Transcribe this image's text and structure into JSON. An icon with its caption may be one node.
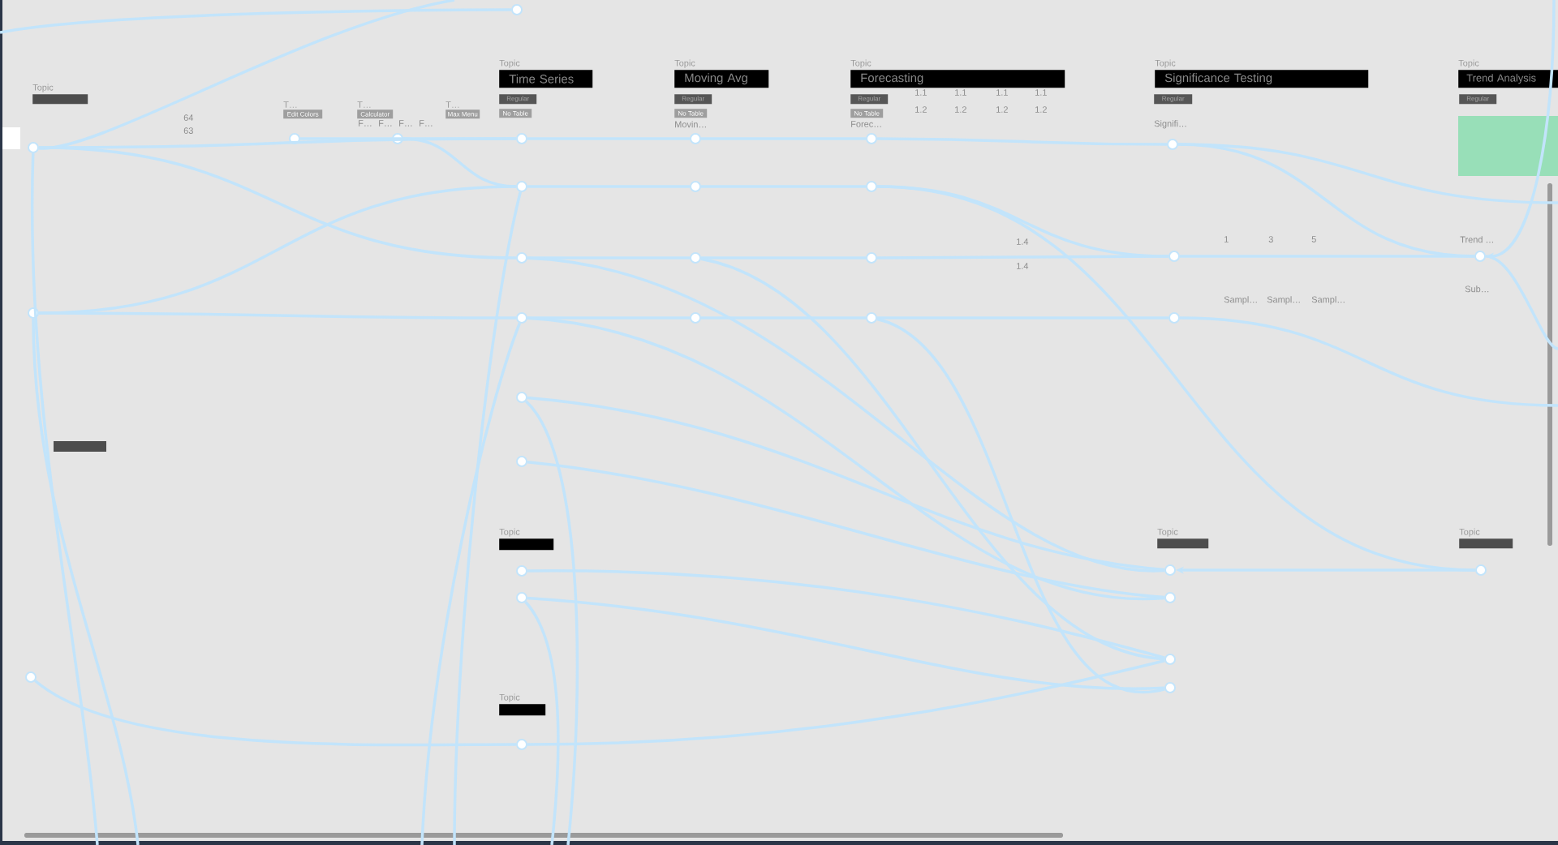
{
  "diagram": {
    "nodes": [
      {
        "text": [
          "Topic"
        ]
      },
      {
        "text": [
          "Topic",
          "Time Series"
        ]
      },
      {
        "text": [
          "Topic",
          "Moving Avg"
        ]
      },
      {
        "text": [
          "Topic",
          "Forecasting"
        ]
      },
      {
        "text": [
          "Topic",
          "Significance Testing"
        ]
      },
      {
        "text": [
          "Topic",
          "Trend Analysis"
        ]
      },
      {
        "text": [
          "Topic"
        ]
      },
      {
        "text": [
          "Topic"
        ]
      },
      {
        "text": [
          "Topic"
        ]
      },
      {
        "text": [
          "Topic"
        ]
      },
      {
        "text": [],
        "shape": "bar"
      },
      {
        "text": [
          "Regular"
        ]
      },
      {
        "text": [
          "Regular"
        ]
      },
      {
        "text": [
          "Regular"
        ]
      },
      {
        "text": [
          "Regular"
        ]
      },
      {
        "text": [
          "Regular"
        ]
      },
      {
        "text": [
          "No Table"
        ]
      },
      {
        "text": [
          "No Table"
        ]
      },
      {
        "text": [
          "No Table"
        ]
      },
      {
        "text": [
          "T…",
          "Edit Colors"
        ]
      },
      {
        "text": [
          "T…",
          "Calculator"
        ]
      },
      {
        "text": [
          "T…",
          "Max Menu"
        ]
      },
      {
        "text": [],
        "shape": "circle"
      },
      {
        "text": [],
        "shape": "circle"
      },
      {
        "text": [],
        "shape": "circle"
      },
      {
        "text": [],
        "shape": "circle"
      },
      {
        "text": [],
        "shape": "circle"
      },
      {
        "text": [],
        "shape": "circle"
      },
      {
        "text": [],
        "shape": "circle"
      },
      {
        "text": [],
        "shape": "circle"
      },
      {
        "text": [],
        "shape": "circle"
      },
      {
        "text": [],
        "shape": "circle"
      },
      {
        "text": [],
        "shape": "circle"
      },
      {
        "text": [],
        "shape": "circle"
      },
      {
        "text": [],
        "shape": "circle"
      },
      {
        "text": [],
        "shape": "circle"
      },
      {
        "text": [],
        "shape": "circle"
      },
      {
        "text": [],
        "shape": "circle"
      },
      {
        "text": [],
        "shape": "circle"
      },
      {
        "text": [],
        "shape": "circle"
      },
      {
        "text": [],
        "shape": "circle"
      },
      {
        "text": [],
        "shape": "circle"
      },
      {
        "text": [],
        "shape": "circle"
      },
      {
        "text": [],
        "shape": "circle"
      },
      {
        "text": [],
        "shape": "circle"
      },
      {
        "text": [],
        "shape": "circle"
      },
      {
        "text": [],
        "shape": "circle"
      },
      {
        "text": [],
        "shape": "circle"
      },
      {
        "text": [],
        "shape": "circle"
      },
      {
        "text": [],
        "shape": "circle"
      },
      {
        "text": [],
        "shape": "circle"
      },
      {
        "text": [],
        "shape": "circle"
      },
      {
        "text": [],
        "shape": "circle"
      },
      {
        "text": [],
        "shape": "circle"
      }
    ],
    "edges": [
      {
        "from": null,
        "to": 51,
        "arrow": "none"
      },
      {
        "from": 22,
        "to": null,
        "arrow": "none"
      },
      {
        "from": 51,
        "to": 23,
        "arrow": "none"
      },
      {
        "from": 51,
        "to": 25,
        "arrow": "none"
      },
      {
        "from": 52,
        "to": 24,
        "arrow": "none"
      },
      {
        "from": 52,
        "to": 26,
        "arrow": "none"
      },
      {
        "from": 51,
        "to": null,
        "arrow": "none"
      },
      {
        "from": 52,
        "to": null,
        "arrow": "none"
      },
      {
        "from": 53,
        "to": 31,
        "arrow": "none"
      },
      {
        "from": 49,
        "to": 23,
        "arrow": "none"
      },
      {
        "from": 50,
        "to": 24,
        "arrow": "none"
      },
      {
        "from": 23,
        "to": 32,
        "arrow": "none"
      },
      {
        "from": 24,
        "to": 33,
        "arrow": "none"
      },
      {
        "from": 25,
        "to": 34,
        "arrow": "none"
      },
      {
        "from": 26,
        "to": 35,
        "arrow": "none"
      },
      {
        "from": 32,
        "to": 36,
        "arrow": "none"
      },
      {
        "from": 33,
        "to": 37,
        "arrow": "none"
      },
      {
        "from": 34,
        "to": 38,
        "arrow": "none"
      },
      {
        "from": 35,
        "to": 39,
        "arrow": "none"
      },
      {
        "from": 36,
        "to": 40,
        "arrow": "none"
      },
      {
        "from": 37,
        "to": 41,
        "arrow": "none"
      },
      {
        "from": 38,
        "to": 41,
        "arrow": "none"
      },
      {
        "from": 39,
        "to": 42,
        "arrow": "none"
      },
      {
        "from": 40,
        "to": 47,
        "arrow": "none"
      },
      {
        "from": 41,
        "to": 47,
        "arrow": "none"
      },
      {
        "from": 42,
        "to": null,
        "arrow": "none"
      },
      {
        "from": 27,
        "to": 43,
        "arrow": "none"
      },
      {
        "from": 28,
        "to": 44,
        "arrow": "none"
      },
      {
        "from": 29,
        "to": 45,
        "arrow": "none"
      },
      {
        "from": 30,
        "to": 46,
        "arrow": "none"
      },
      {
        "from": 31,
        "to": 45,
        "arrow": "none"
      },
      {
        "from": 48,
        "to": 43,
        "arrow": "to"
      },
      {
        "from": null,
        "to": 47,
        "arrow": "to"
      },
      {
        "from": 47,
        "to": null,
        "arrow": "none"
      },
      {
        "from": 40,
        "to": null,
        "arrow": "none"
      },
      {
        "from": 25,
        "to": 43,
        "arrow": "none"
      },
      {
        "from": 26,
        "to": 44,
        "arrow": "none"
      },
      {
        "from": 34,
        "to": 45,
        "arrow": "none"
      },
      {
        "from": 39,
        "to": 46,
        "arrow": "none"
      },
      {
        "from": 37,
        "to": 48,
        "arrow": "none"
      },
      {
        "from": 24,
        "to": null,
        "arrow": "none"
      },
      {
        "from": 26,
        "to": null,
        "arrow": "none"
      },
      {
        "from": 27,
        "to": null,
        "arrow": "none"
      },
      {
        "from": 30,
        "to": null,
        "arrow": "none"
      }
    ],
    "labels": [
      "1.1",
      "1.1",
      "1.1",
      "1.1",
      "1.2",
      "1.2",
      "1.2",
      "1.2",
      "64",
      "F…",
      "F…",
      "F…",
      "F…",
      "Movin…",
      "Forec…",
      "Signifi…",
      "63",
      "1.4",
      "1",
      "3",
      "5",
      "Trend …",
      "1.4",
      "Sub…",
      "Sampl…",
      "Sampl…",
      "Sampl…"
    ]
  }
}
